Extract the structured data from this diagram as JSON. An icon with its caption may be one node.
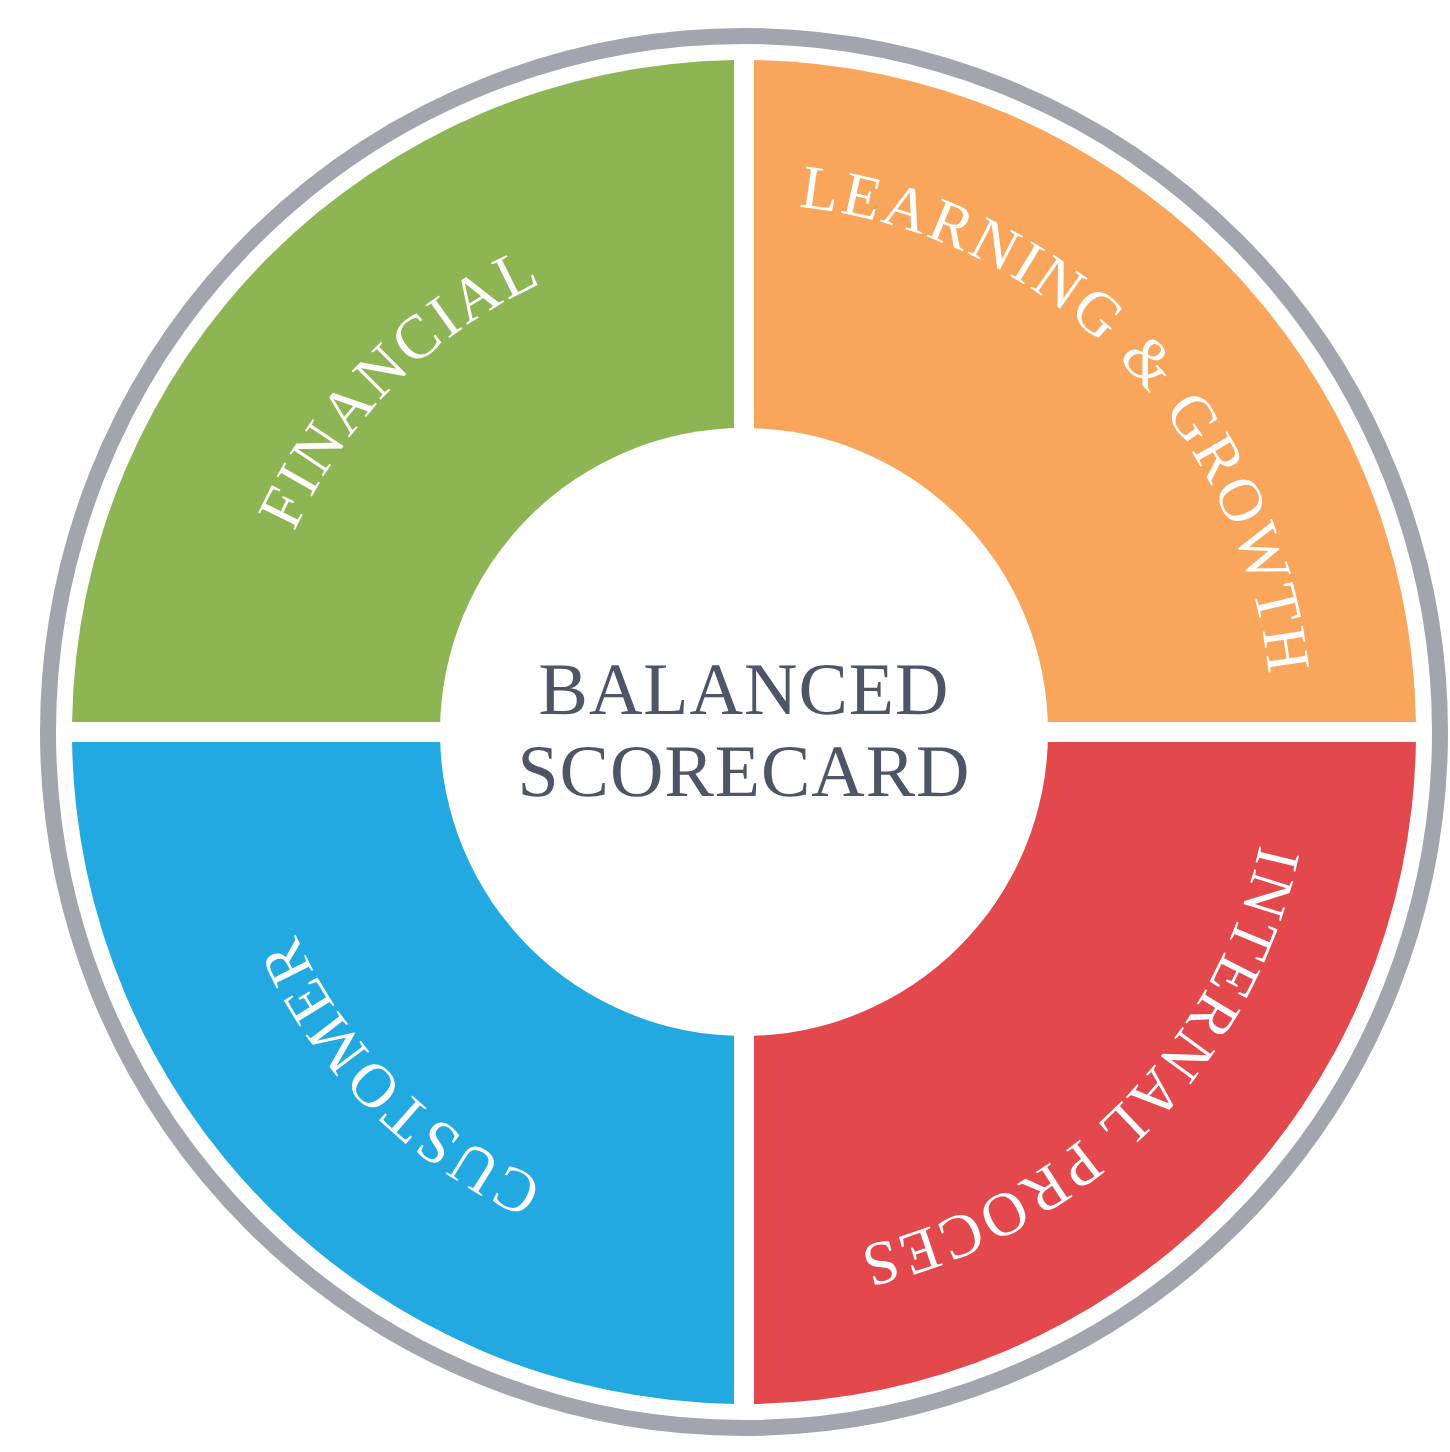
{
  "diagram": {
    "nodes": [
      {
        "text": [
          "FINANCIAL"
        ]
      },
      {
        "text": [
          "LEARNING & GROWTH"
        ]
      },
      {
        "text": [
          "BALANCED SCORECARD"
        ]
      },
      {
        "text": [
          "CUSTOMER"
        ]
      },
      {
        "text": [
          "INTERNAL PROCES"
        ]
      }
    ]
  }
}
